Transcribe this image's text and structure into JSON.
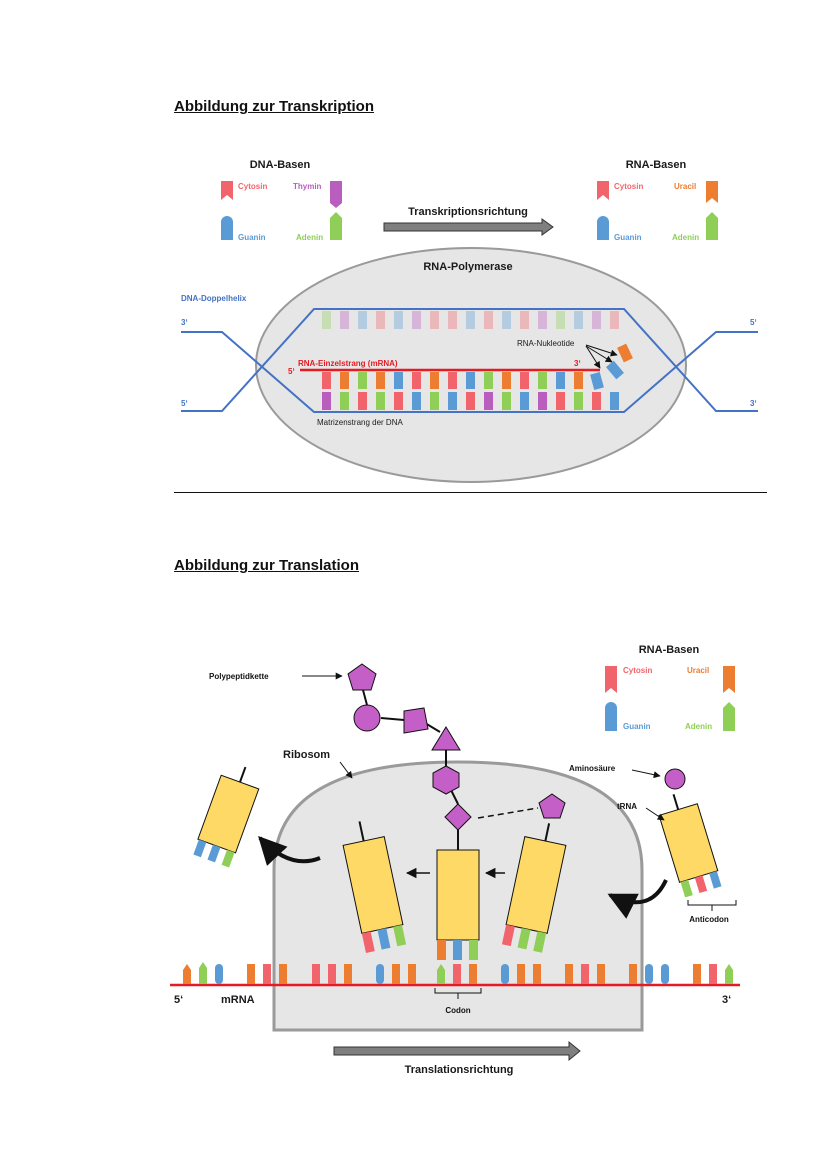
{
  "transcription": {
    "title": "Abbildung zur Transkription",
    "dna_bases_title": "DNA-Basen",
    "rna_bases_title": "RNA-Basen",
    "bases": {
      "cytosin": "Cytosin",
      "thymin": "Thymin",
      "guanin": "Guanin",
      "adenin": "Adenin",
      "uracil": "Uracil"
    },
    "direction_label": "Transkriptionsrichtung",
    "polymerase_label": "RNA-Polymerase",
    "helix_label": "DNA-Doppelhelix",
    "mrna_label": "RNA-Einzelstrang (mRNA)",
    "nucleotide_label": "RNA-Nukleotide",
    "template_label": "Matrizenstrang der DNA",
    "end_3": "3‘",
    "end_5": "5‘"
  },
  "translation": {
    "title": "Abbildung zur Translation",
    "rna_bases_title": "RNA-Basen",
    "bases": {
      "cytosin": "Cytosin",
      "uracil": "Uracil",
      "guanin": "Guanin",
      "adenin": "Adenin"
    },
    "polypeptide_label": "Polypeptidkette",
    "ribosome_label": "Ribosom",
    "amino_acid_label": "Aminosäure",
    "trna_label": "tRNA",
    "anticodon_label": "Anticodon",
    "codon_label": "Codon",
    "mrna_label": "mRNA",
    "end_5": "5‘",
    "end_3": "3‘",
    "direction_label": "Translationsrichtung"
  },
  "colors": {
    "cytosin": "#f2646b",
    "thymin": "#b95dbf",
    "guanin": "#5b9bd5",
    "adenin": "#8fce57",
    "uracil": "#ed7d31",
    "dna_strand": "#4472c4",
    "mrna_strand": "#e31b23",
    "trna_body": "#ffd966",
    "amino_acid": "#c55fc8"
  }
}
